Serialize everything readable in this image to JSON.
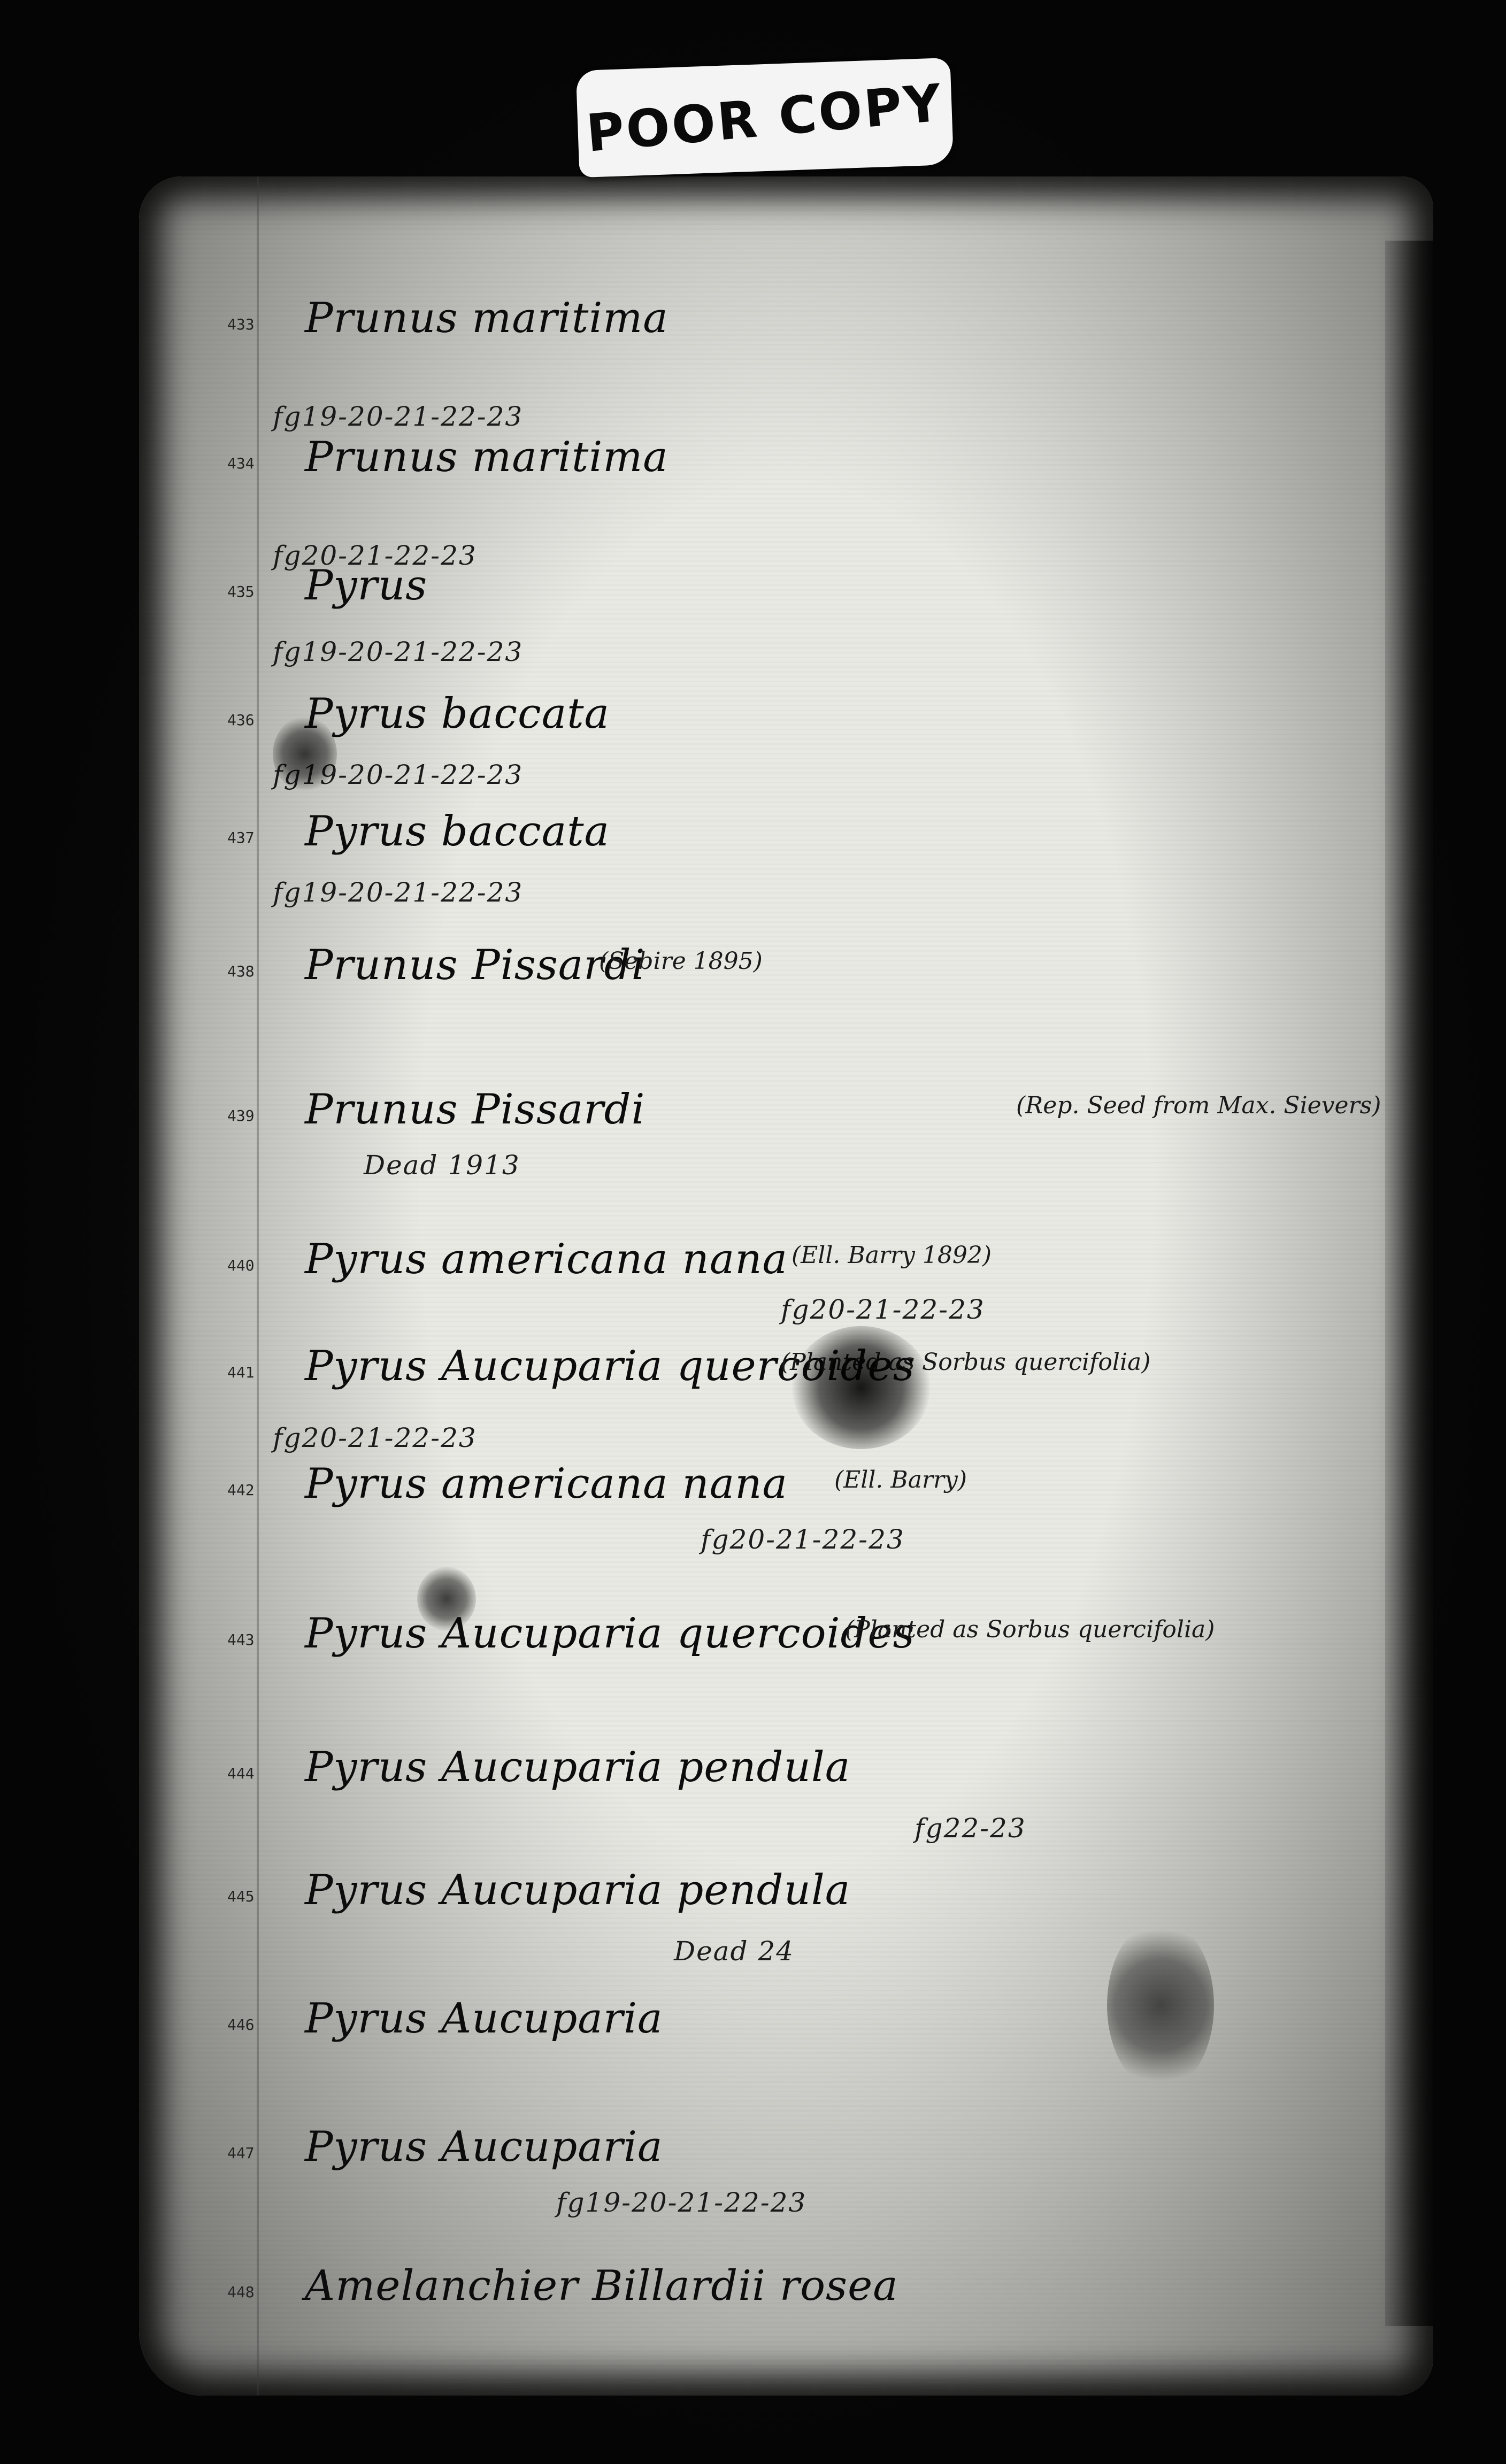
{
  "label": "POOR COPY",
  "entries": [
    {
      "number": "433",
      "name": "Prunus maritima",
      "note": "",
      "lines": [
        "",
        "",
        "fg19-20-21-22-23"
      ]
    },
    {
      "number": "434",
      "name": "Prunus maritima",
      "note": "",
      "lines": [
        "",
        "",
        "fg20-21-22-23"
      ]
    },
    {
      "number": "435",
      "name": "Pyrus",
      "note": "",
      "lines": [
        "",
        "fg19-20-21-22-23"
      ]
    },
    {
      "number": "436",
      "name": "Pyrus baccata",
      "note": "",
      "lines": [
        "",
        "fg19-20-21-22-23"
      ]
    },
    {
      "number": "437",
      "name": "Pyrus baccata",
      "note": "",
      "lines": [
        "",
        "fg19-20-21-22-23"
      ]
    },
    {
      "number": "438",
      "name": "Prunus Pissardi",
      "note": "(Sebire 1895)",
      "lines": [
        "",
        "",
        ""
      ]
    },
    {
      "number": "439",
      "name": "Prunus Pissardi",
      "note": "(Rep. Seed from Max. Sievers)",
      "lines": [
        "",
        "Dead 1913"
      ]
    },
    {
      "number": "440",
      "name": "Pyrus americana nana",
      "note": "(Ell. Barry 1892)",
      "lines": [
        "",
        "fg20-21-22-23"
      ]
    },
    {
      "number": "441",
      "name": "Pyrus Aucuparia quercoides",
      "note": "(Planted as Sorbus quercifolia)",
      "lines": [
        "",
        "fg20-21-22-23"
      ]
    },
    {
      "number": "442",
      "name": "Pyrus americana nana",
      "note": "(Ell. Barry)",
      "lines": [
        "",
        "fg20-21-22-23"
      ]
    },
    {
      "number": "443",
      "name": "Pyrus Aucuparia quercoides",
      "note": "(Planted as Sorbus quercifolia)",
      "lines": [
        "",
        ""
      ]
    },
    {
      "number": "444",
      "name": "Pyrus Aucuparia pendula",
      "note": "",
      "lines": [
        "",
        "fg22-23"
      ]
    },
    {
      "number": "445",
      "name": "Pyrus Aucuparia pendula",
      "note": "",
      "lines": [
        "",
        "Dead 24"
      ]
    },
    {
      "number": "446",
      "name": "Pyrus Aucuparia",
      "note": "",
      "lines": [
        "",
        ""
      ]
    },
    {
      "number": "447",
      "name": "Pyrus Aucuparia",
      "note": "",
      "lines": [
        "",
        "fg19-20-21-22-23"
      ]
    },
    {
      "number": "448",
      "name": "Amelanchier Billardii rosea",
      "note": "",
      "lines": [
        ""
      ]
    }
  ]
}
